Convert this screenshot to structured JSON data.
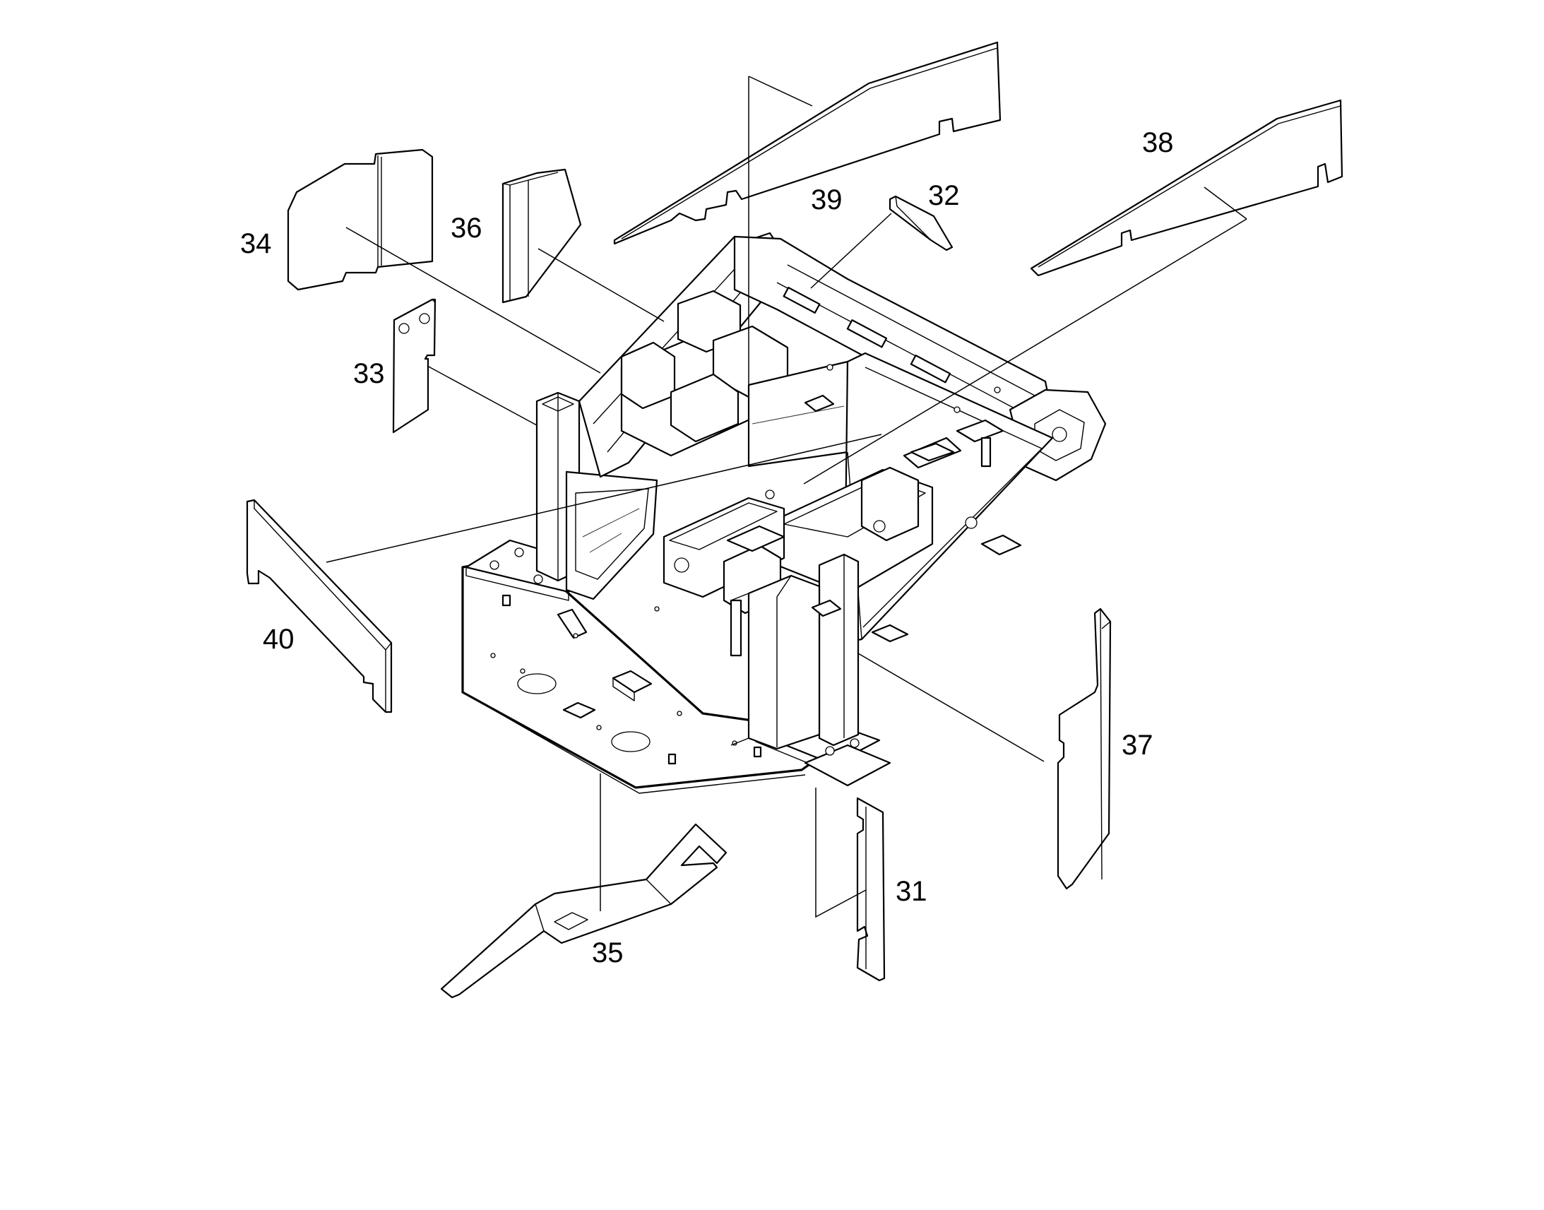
{
  "diagram": {
    "callouts": {
      "p31": "31",
      "p32": "32",
      "p33": "33",
      "p34": "34",
      "p35": "35",
      "p36": "36",
      "p37": "37",
      "p38": "38",
      "p39": "39",
      "p40": "40"
    }
  }
}
